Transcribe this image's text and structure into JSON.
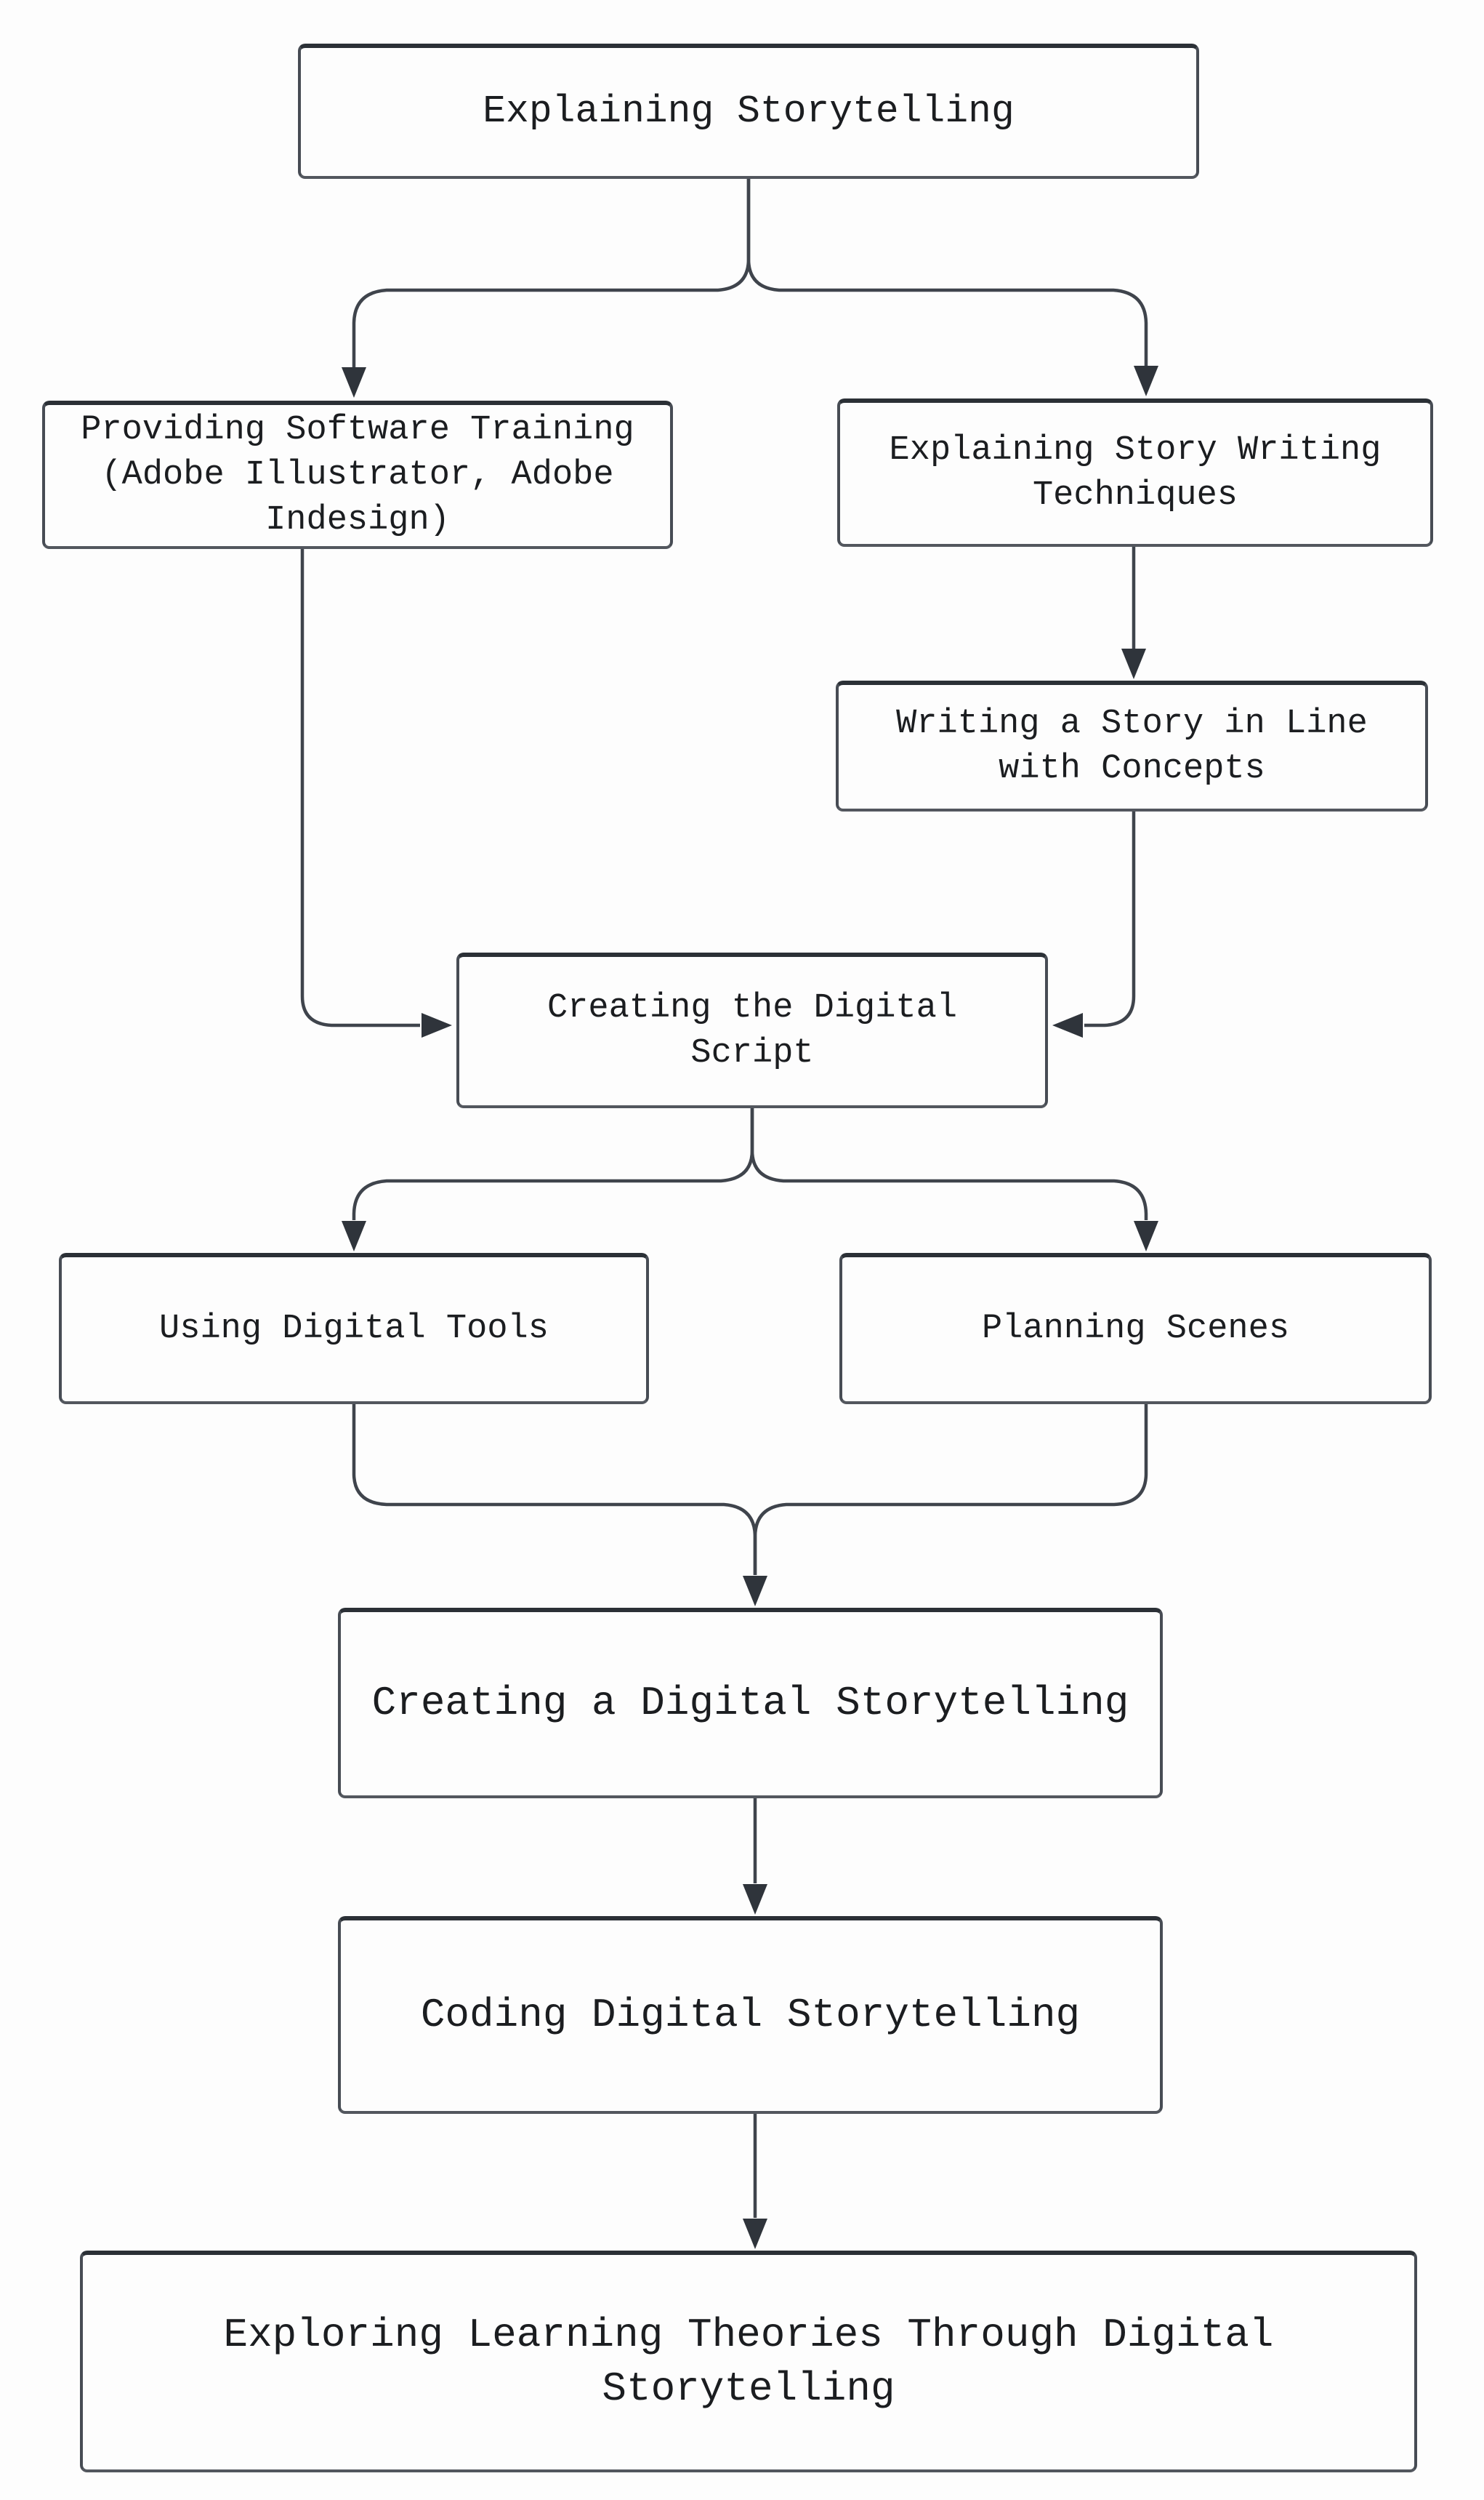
{
  "diagram": {
    "type": "flowchart",
    "direction": "top-down",
    "nodes": [
      {
        "id": "explaining-storytelling",
        "label": "Explaining Storytelling"
      },
      {
        "id": "providing-software-training",
        "label": "Providing Software Training (Adobe Illustrator, Adobe Indesign)"
      },
      {
        "id": "explaining-story-writing-techniques",
        "label": "Explaining Story Writing Techniques"
      },
      {
        "id": "writing-a-story-in-line-with-concepts",
        "label": "Writing a Story in Line with Concepts"
      },
      {
        "id": "creating-the-digital-script",
        "label": "Creating the Digital Script"
      },
      {
        "id": "using-digital-tools",
        "label": "Using Digital Tools"
      },
      {
        "id": "planning-scenes",
        "label": "Planning Scenes"
      },
      {
        "id": "creating-a-digital-storytelling",
        "label": "Creating a Digital Storytelling"
      },
      {
        "id": "coding-digital-storytelling",
        "label": "Coding Digital Storytelling"
      },
      {
        "id": "exploring-learning-theories",
        "label": "Exploring Learning Theories Through Digital Storytelling"
      }
    ],
    "edges": [
      {
        "from": "explaining-storytelling",
        "to": "providing-software-training"
      },
      {
        "from": "explaining-storytelling",
        "to": "explaining-story-writing-techniques"
      },
      {
        "from": "explaining-story-writing-techniques",
        "to": "writing-a-story-in-line-with-concepts"
      },
      {
        "from": "providing-software-training",
        "to": "creating-the-digital-script"
      },
      {
        "from": "writing-a-story-in-line-with-concepts",
        "to": "creating-the-digital-script"
      },
      {
        "from": "creating-the-digital-script",
        "to": "using-digital-tools"
      },
      {
        "from": "creating-the-digital-script",
        "to": "planning-scenes"
      },
      {
        "from": "using-digital-tools",
        "to": "creating-a-digital-storytelling"
      },
      {
        "from": "planning-scenes",
        "to": "creating-a-digital-storytelling"
      },
      {
        "from": "creating-a-digital-storytelling",
        "to": "coding-digital-storytelling"
      },
      {
        "from": "coding-digital-storytelling",
        "to": "exploring-learning-theories"
      }
    ],
    "colors": {
      "background": "#fdfdfd",
      "node_fill": "#fdfdfd",
      "node_border": "#474c54",
      "node_border_top": "#2b3036",
      "connector": "#3f444c",
      "arrowhead": "#2f343b",
      "text": "#1b1d20"
    }
  }
}
